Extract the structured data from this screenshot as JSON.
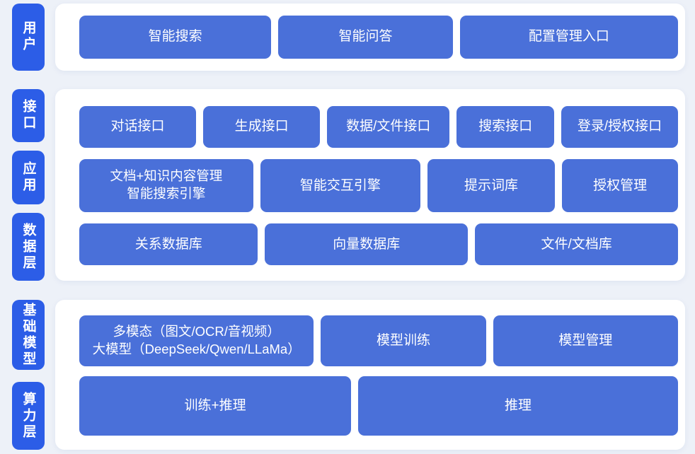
{
  "colors": {
    "page_background": "#edf1f8",
    "panel_background": "#ffffff",
    "layer_label_blue": "#2c5de7",
    "block_blue": "#4a70d9",
    "text_white": "#ffffff"
  },
  "sections": [
    {
      "name": "user-layer",
      "labels": [
        {
          "text": "用户"
        }
      ],
      "rows": [
        {
          "buttons": [
            {
              "label": "智能搜索"
            },
            {
              "label": "智能问答"
            },
            {
              "label": "配置管理入口"
            }
          ]
        }
      ]
    },
    {
      "name": "interface-application-data-layers",
      "labels": [
        {
          "text": "接口"
        },
        {
          "text": "应用"
        },
        {
          "text": "数据层"
        }
      ],
      "rows": [
        {
          "buttons": [
            {
              "label": "对话接口"
            },
            {
              "label": "生成接口"
            },
            {
              "label": "数据/文件接口"
            },
            {
              "label": "搜索接口"
            },
            {
              "label": "登录/授权接口"
            }
          ]
        },
        {
          "buttons": [
            {
              "lines": [
                "文档+知识内容管理",
                "智能搜索引擎"
              ]
            },
            {
              "label": "智能交互引擎"
            },
            {
              "label": "提示词库"
            },
            {
              "label": "授权管理"
            }
          ]
        },
        {
          "buttons": [
            {
              "label": "关系数据库"
            },
            {
              "label": "向量数据库"
            },
            {
              "label": "文件/文档库"
            }
          ]
        }
      ]
    },
    {
      "name": "foundation-model-compute-layers",
      "labels": [
        {
          "text": "基础模型"
        },
        {
          "text": "算力层"
        }
      ],
      "rows": [
        {
          "buttons": [
            {
              "lines": [
                "多模态（图文/OCR/音视频）",
                "大模型（DeepSeek/Qwen/LLaMa）"
              ]
            },
            {
              "label": "模型训练"
            },
            {
              "label": "模型管理"
            }
          ]
        },
        {
          "buttons": [
            {
              "label": "训练+推理"
            },
            {
              "label": "推理"
            }
          ]
        }
      ]
    }
  ]
}
